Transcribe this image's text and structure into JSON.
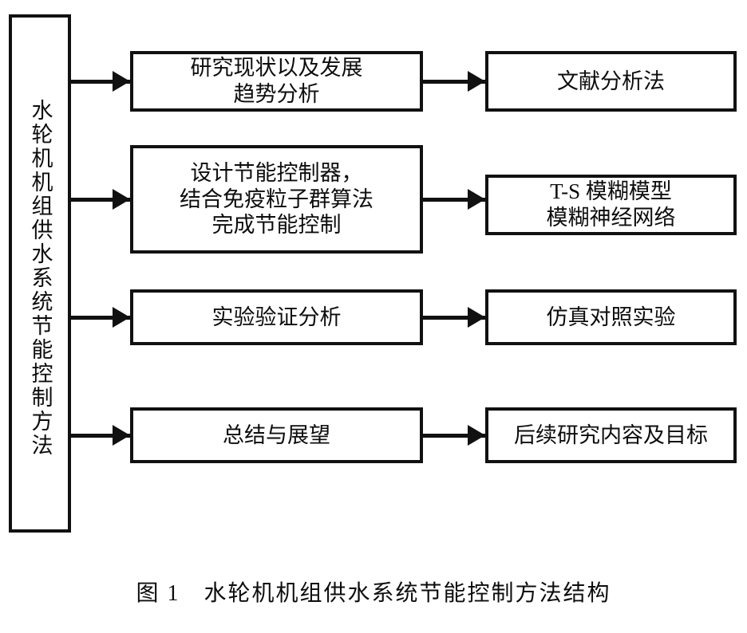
{
  "figure": {
    "caption": "图 1　水轮机机组供水系统节能控制方法结构",
    "caption_number": "图 1",
    "caption_title": "水轮机机组供水系统节能控制方法结构",
    "colors": {
      "stroke": "#111111",
      "fill": "#ffffff",
      "text": "#0d0d0d"
    }
  },
  "diagram": {
    "type": "flowchart",
    "orientation": "left-to-right",
    "root": {
      "id": "root",
      "label": "水轮机机组供水系统节能控制方法",
      "text_direction": "vertical"
    },
    "rows": [
      {
        "index": 1,
        "task": "研究现状以及发展\n趋势分析",
        "method": "文献分析法"
      },
      {
        "index": 2,
        "task": "设计节能控制器，\n结合免疫粒子群算法\n完成节能控制",
        "method": "T-S 模糊模型\n模糊神经网络"
      },
      {
        "index": 3,
        "task": "实验验证分析",
        "method": "仿真对照实验"
      },
      {
        "index": 4,
        "task": "总结与展望",
        "method": "后续研究内容及目标"
      }
    ],
    "connectors": [
      {
        "from": "root",
        "to": "task-1",
        "style": "solid-arrow"
      },
      {
        "from": "root",
        "to": "task-2",
        "style": "solid-arrow"
      },
      {
        "from": "root",
        "to": "task-3",
        "style": "solid-arrow"
      },
      {
        "from": "root",
        "to": "task-4",
        "style": "solid-arrow"
      },
      {
        "from": "task-1",
        "to": "method-1",
        "style": "solid-arrow"
      },
      {
        "from": "task-2",
        "to": "method-2",
        "style": "solid-arrow"
      },
      {
        "from": "task-3",
        "to": "method-3",
        "style": "solid-arrow"
      },
      {
        "from": "task-4",
        "to": "method-4",
        "style": "solid-arrow"
      }
    ]
  }
}
